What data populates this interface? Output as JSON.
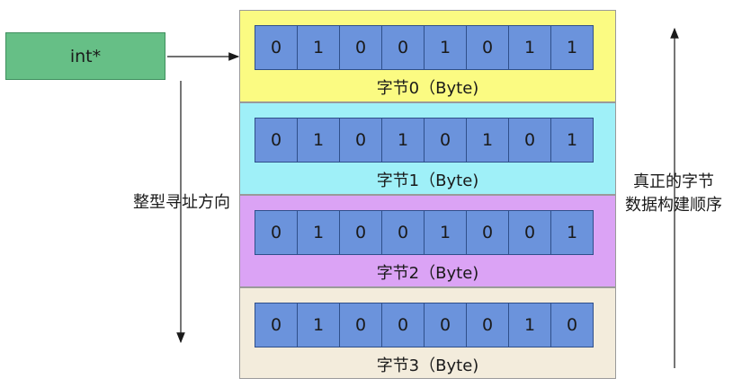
{
  "pointer": {
    "label": "int*"
  },
  "bytes": [
    {
      "label": "字节0（Byte)",
      "color": "#fbfb82",
      "bits": [
        "0",
        "1",
        "0",
        "0",
        "1",
        "0",
        "1",
        "1"
      ]
    },
    {
      "label": "字节1（Byte)",
      "color": "#9ff0f8",
      "bits": [
        "0",
        "1",
        "0",
        "1",
        "0",
        "1",
        "0",
        "1"
      ]
    },
    {
      "label": "字节2（Byte)",
      "color": "#dba3f5",
      "bits": [
        "0",
        "1",
        "0",
        "0",
        "1",
        "0",
        "0",
        "1"
      ]
    },
    {
      "label": "字节3（Byte)",
      "color": "#f3ecdc",
      "bits": [
        "0",
        "1",
        "0",
        "0",
        "0",
        "0",
        "1",
        "0"
      ]
    }
  ],
  "left_label": "整型寻址方向",
  "right_label": {
    "line1": "真正的字节",
    "line2": "数据构建顺序"
  }
}
